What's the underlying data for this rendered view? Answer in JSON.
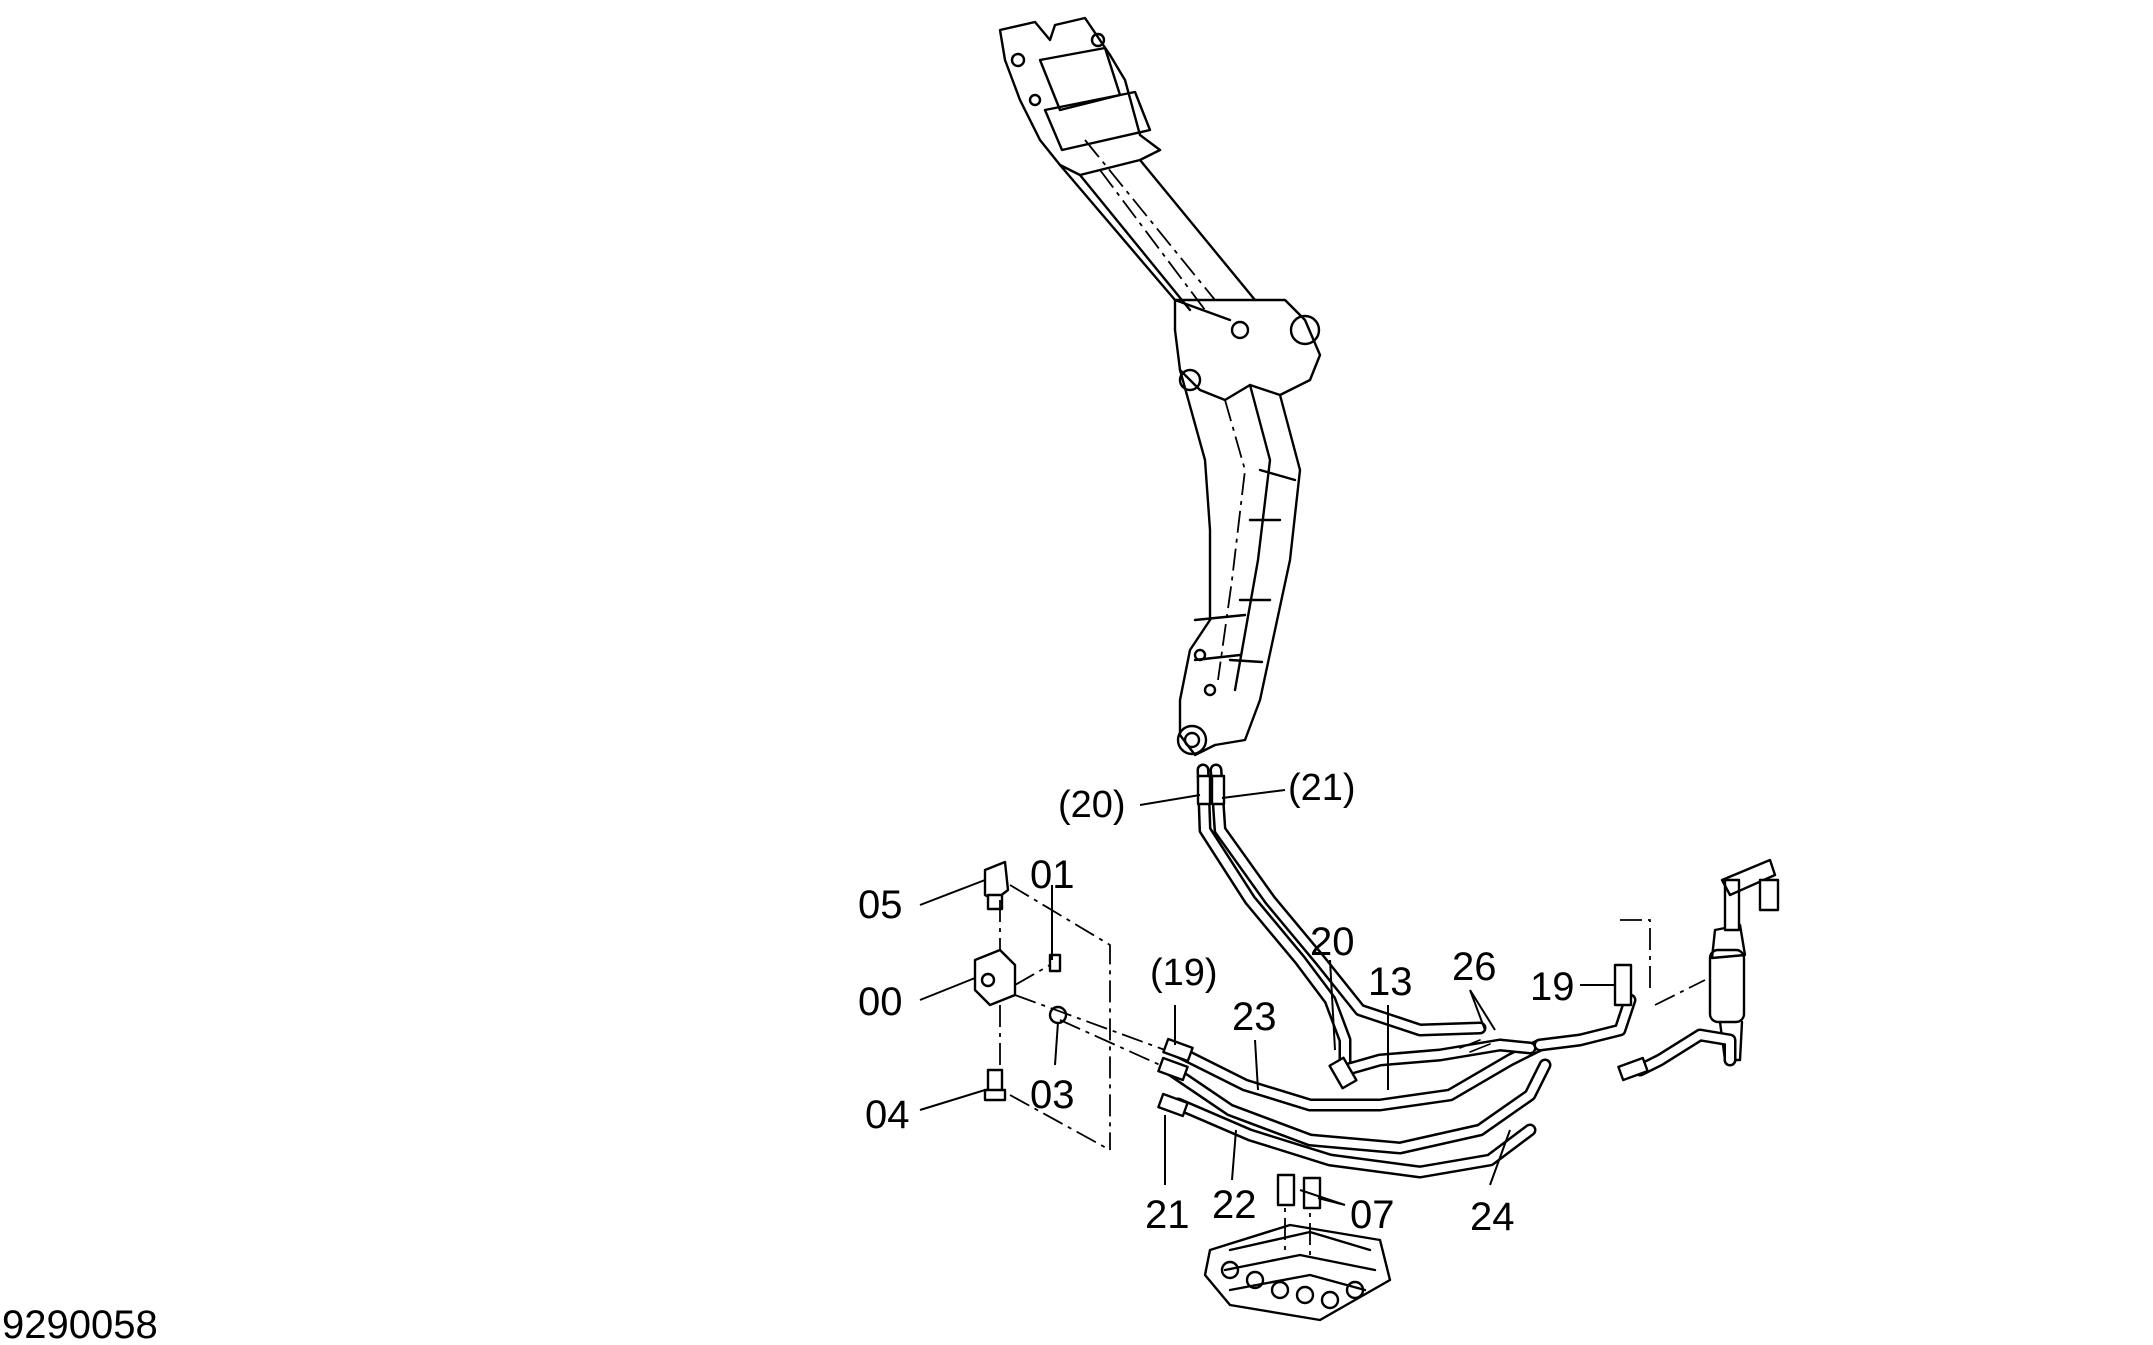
{
  "drawing_number": "9290058",
  "callouts": {
    "c20_ref": "(20)",
    "c21_ref": "(21)",
    "c05": "05",
    "c01": "01",
    "c00": "00",
    "c04": "04",
    "c03": "03",
    "c19_ref": "(19)",
    "c23": "23",
    "c20": "20",
    "c13": "13",
    "c26": "26",
    "c19": "19",
    "c21": "21",
    "c22": "22",
    "c07": "07",
    "c24": "24"
  }
}
